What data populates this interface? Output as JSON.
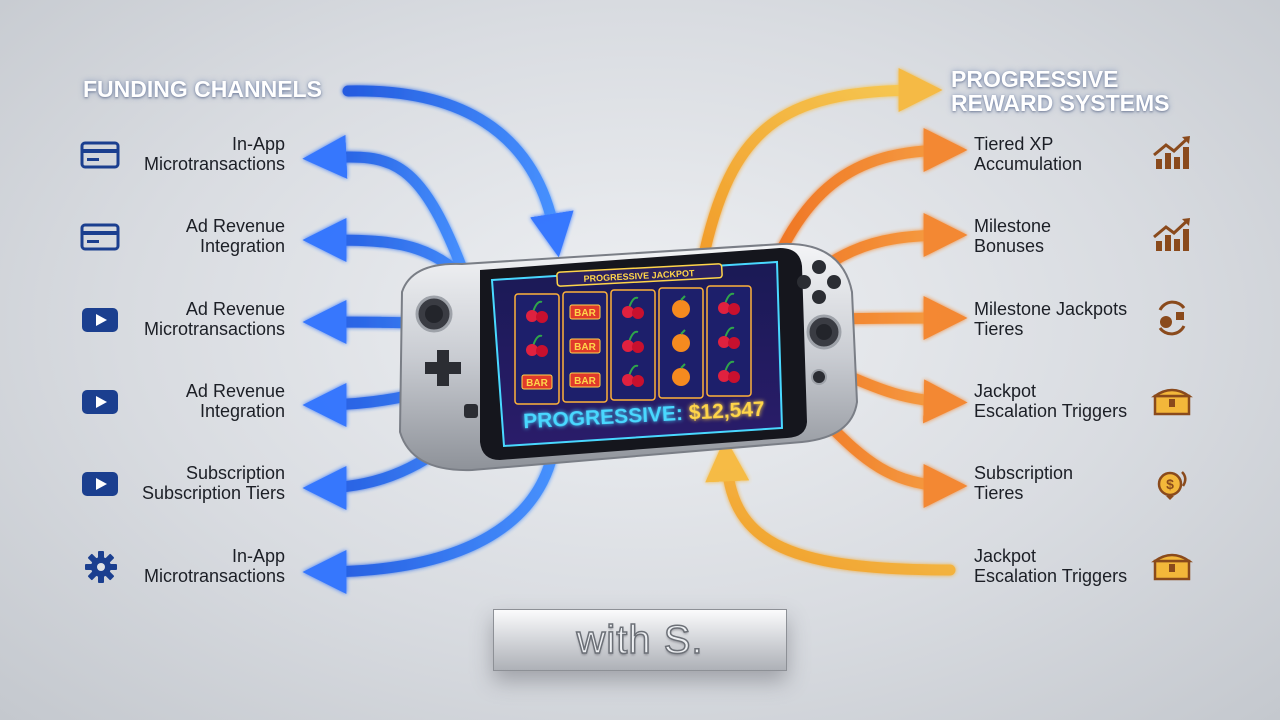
{
  "funding": {
    "heading": "FUNDING CHANNELS",
    "items": [
      {
        "line1": "In-App",
        "line2": "Microtransactions",
        "icon": "card-icon"
      },
      {
        "line1": "Ad Revenue",
        "line2": "Integration",
        "icon": "card-icon"
      },
      {
        "line1": "Ad Revenue",
        "line2": "Microtransactions",
        "icon": "play-icon"
      },
      {
        "line1": "Ad Revenue",
        "line2": "Integration",
        "icon": "play-icon"
      },
      {
        "line1": "Subscription",
        "line2": "Subscription Tiers",
        "icon": "play-icon"
      },
      {
        "line1": "In-App",
        "line2": "Microtransactions",
        "icon": "gear-icon"
      }
    ]
  },
  "rewards": {
    "heading_line1": "PROGRESSIVE",
    "heading_line2": "REWARD SYSTEMS",
    "items": [
      {
        "line1": "Tiered XP",
        "line2": "Accumulation",
        "icon": "growth-chart-icon"
      },
      {
        "line1": "Milestone",
        "line2": "Bonuses",
        "icon": "growth-chart-icon"
      },
      {
        "line1": "Milestone Jackpots",
        "line2": "Tieres",
        "icon": "cycle-coin-icon"
      },
      {
        "line1": "Jackpot",
        "line2": "Escalation Triggers",
        "icon": "treasure-chest-icon"
      },
      {
        "line1": "Subscription",
        "line2": "Tieres",
        "icon": "coin-bag-icon"
      },
      {
        "line1": "Jackpot",
        "line2": "Escalation Triggers",
        "icon": "treasure-chest-icon"
      }
    ]
  },
  "device": {
    "screen_title": "PROGRESSIVE JACKPOT",
    "reel_symbol_bar": "BAR",
    "progressive_label": "PROGRESSIVE:",
    "progressive_amount": "$12,547"
  },
  "caption": "with S.",
  "colors": {
    "funding_blue": "#1f5fe6",
    "funding_icon": "#1b3f8f",
    "reward_orange": "#f07a1c",
    "reward_gold": "#f3b73a",
    "reward_icon_brown": "#8a4a1c",
    "screen_bg": "#1c1e5e",
    "neon_cyan": "#49d8ff",
    "neon_gold": "#ffd54a"
  }
}
